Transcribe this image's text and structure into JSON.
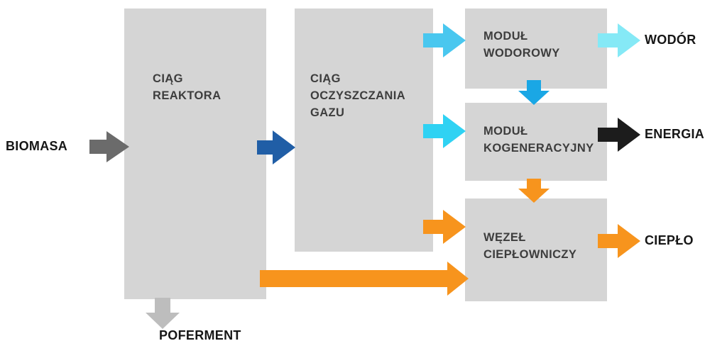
{
  "diagram": {
    "boxes": {
      "reactor": {
        "label": "CIĄG\nREAKTORA"
      },
      "purification": {
        "label": "CIĄG\nOCZYSZCZANIA\nGAZU"
      },
      "hydrogen": {
        "label": "MODUŁ\nWODOROWY"
      },
      "cogeneration": {
        "label": "MODUŁ\nKOGENERACYJNY"
      },
      "heat": {
        "label": "WĘZEŁ\nCIEPŁOWNICZY"
      }
    },
    "external_labels": {
      "input": "BIOMASA",
      "hydrogen": "WODÓR",
      "electricity": "ENERGIA",
      "heat": "CIEPŁO",
      "digestate": "POFERMENT"
    },
    "colors": {
      "box_fill": "#d5d5d5",
      "box_text": "#3d3d3d",
      "input_arrow_gray": "#6b6b6b",
      "dark_blue_arrow": "#205ea6",
      "sky_blue_arrow": "#49c7ef",
      "cyan_arrow": "#2fd2f3",
      "medium_blue_arrow": "#1aa7e5",
      "light_cyan_arrow": "#85e9f6",
      "orange_arrow": "#f7941d",
      "black_arrow": "#1c1c1c",
      "light_gray_arrow": "#bdbdbd"
    }
  }
}
